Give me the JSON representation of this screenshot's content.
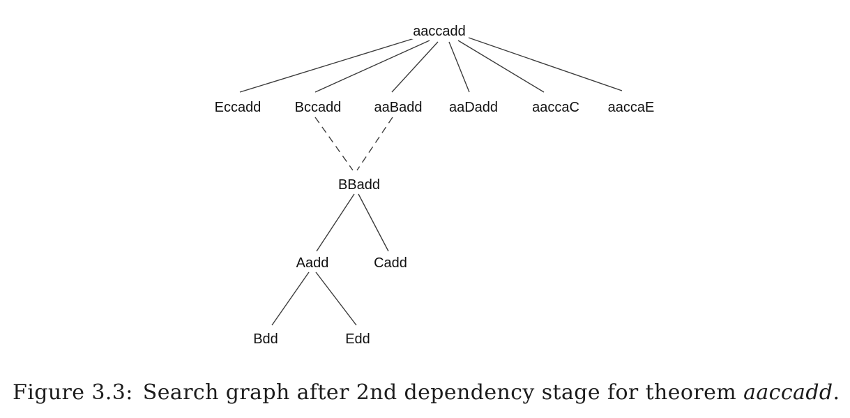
{
  "figure": {
    "caption": {
      "label": "Figure 3.3:",
      "body": "Search graph after 2nd dependency stage for theorem",
      "emphasis": "aaccadd",
      "suffix": "."
    }
  },
  "graph": {
    "nodes": [
      {
        "id": "aaccadd",
        "label": "aaccadd"
      },
      {
        "id": "Eccadd",
        "label": "Eccadd"
      },
      {
        "id": "Bccadd",
        "label": "Bccadd"
      },
      {
        "id": "aaBadd",
        "label": "aaBadd"
      },
      {
        "id": "aaDadd",
        "label": "aaDadd"
      },
      {
        "id": "aaccaC",
        "label": "aaccaC"
      },
      {
        "id": "aaccaE",
        "label": "aaccaE"
      },
      {
        "id": "BBadd",
        "label": "BBadd"
      },
      {
        "id": "Aadd",
        "label": "Aadd"
      },
      {
        "id": "Cadd",
        "label": "Cadd"
      },
      {
        "id": "Bdd",
        "label": "Bdd"
      },
      {
        "id": "Edd",
        "label": "Edd"
      }
    ],
    "edges": [
      {
        "from": "aaccadd",
        "to": "Eccadd",
        "style": "solid"
      },
      {
        "from": "aaccadd",
        "to": "Bccadd",
        "style": "solid"
      },
      {
        "from": "aaccadd",
        "to": "aaBadd",
        "style": "solid"
      },
      {
        "from": "aaccadd",
        "to": "aaDadd",
        "style": "solid"
      },
      {
        "from": "aaccadd",
        "to": "aaccaC",
        "style": "solid"
      },
      {
        "from": "aaccadd",
        "to": "aaccaE",
        "style": "solid"
      },
      {
        "from": "Bccadd",
        "to": "BBadd",
        "style": "dashed"
      },
      {
        "from": "aaBadd",
        "to": "BBadd",
        "style": "dashed"
      },
      {
        "from": "BBadd",
        "to": "Aadd",
        "style": "solid"
      },
      {
        "from": "BBadd",
        "to": "Cadd",
        "style": "solid"
      },
      {
        "from": "Aadd",
        "to": "Bdd",
        "style": "solid"
      },
      {
        "from": "Aadd",
        "to": "Edd",
        "style": "solid"
      }
    ]
  },
  "colors": {
    "background": "#ffffff",
    "text": "#111111",
    "line": "#3c3c3c"
  }
}
